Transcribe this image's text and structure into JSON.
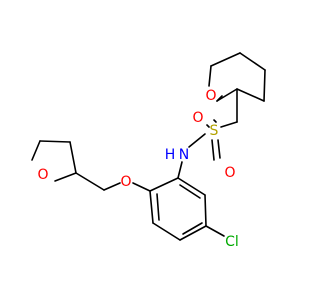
{
  "molecule": {
    "atoms": {
      "o_pyran": {
        "label": "O",
        "color": "#ff0000"
      },
      "o_sulfonyl_top": {
        "label": "O",
        "color": "#ff0000"
      },
      "s_sulfonyl": {
        "label": "S",
        "color": "#b3a200"
      },
      "o_sulfonyl_bottom": {
        "label": "O",
        "color": "#ff0000"
      },
      "n_amide": {
        "label": "N",
        "color": "#0000ff"
      },
      "h_amide": {
        "label": "H",
        "color": "#0000ff"
      },
      "o_thf": {
        "label": "O",
        "color": "#ff0000"
      },
      "o_ether": {
        "label": "O",
        "color": "#ff0000"
      },
      "cl": {
        "label": "Cl",
        "color": "#00aa00"
      }
    }
  }
}
